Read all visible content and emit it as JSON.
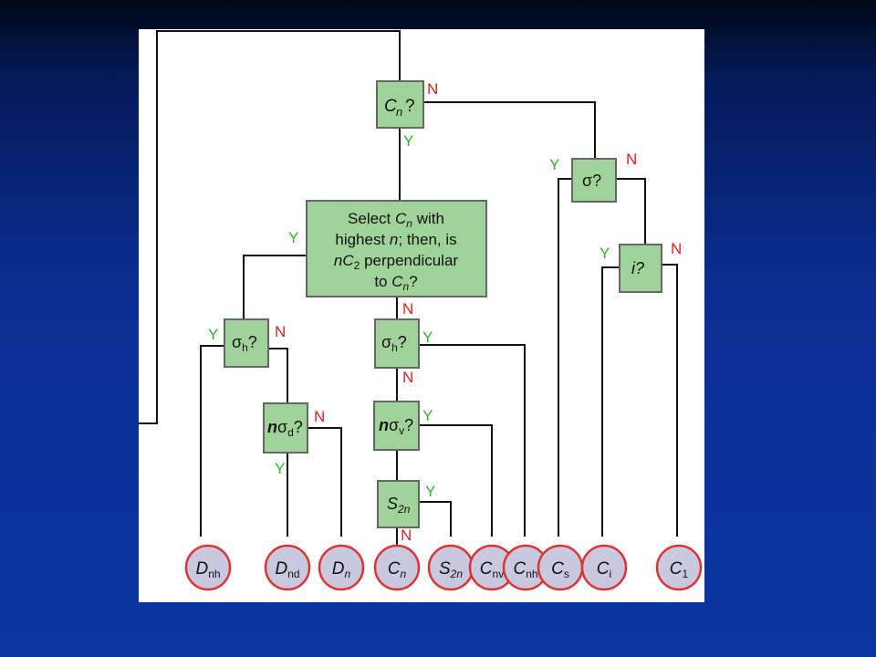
{
  "diagram": {
    "labels": {
      "yes": "Y",
      "no": "N"
    },
    "questions": {
      "cn": "C",
      "cn_sub": "n",
      "cn_q": "?",
      "sigma": "σ?",
      "inv": "i?",
      "select_line1a": "Select ",
      "select_line1b": "C",
      "select_line1c": "n",
      "select_line1d": " with",
      "select_line2a": "highest ",
      "select_line2b": "n",
      "select_line2c": "; then, is",
      "select_line3a": "n",
      "select_line3b": "C",
      "select_line3c": "2",
      "select_line3d": " perpendicular",
      "select_line4a": "to ",
      "select_line4b": "C",
      "select_line4c": "n",
      "select_line4d": "?",
      "sigma_h_left": "σ",
      "sigma_h_left_sub": "h",
      "sigma_h_left_q": "?",
      "sigma_h_mid": "σ",
      "sigma_h_mid_sub": "h",
      "sigma_h_mid_q": "?",
      "nsigma_d_n": "n",
      "nsigma_d_s": "σ",
      "nsigma_d_sub": "d",
      "nsigma_d_q": "?",
      "nsigma_v_n": "n",
      "nsigma_v_s": "σ",
      "nsigma_v_sub": "v",
      "nsigma_v_q": "?",
      "s2n": "S",
      "s2n_sub": "2n"
    },
    "groups": [
      {
        "main": "D",
        "sub": "nh"
      },
      {
        "main": "D",
        "sub": "nd"
      },
      {
        "main": "D",
        "sub": "n"
      },
      {
        "main": "C",
        "sub": "n"
      },
      {
        "main": "S",
        "sub": "2n"
      },
      {
        "main": "C",
        "sub": "nv"
      },
      {
        "main": "C",
        "sub": "nh"
      },
      {
        "main": "C",
        "sub": "s"
      },
      {
        "main": "C",
        "sub": "i"
      },
      {
        "main": "C",
        "sub": "1"
      }
    ],
    "colors": {
      "question_box": "#9fd39a",
      "group_node": "#c8c9de",
      "group_outline": "#dd3333",
      "yes_label": "#2bb52b",
      "no_label": "#dd2222"
    }
  }
}
